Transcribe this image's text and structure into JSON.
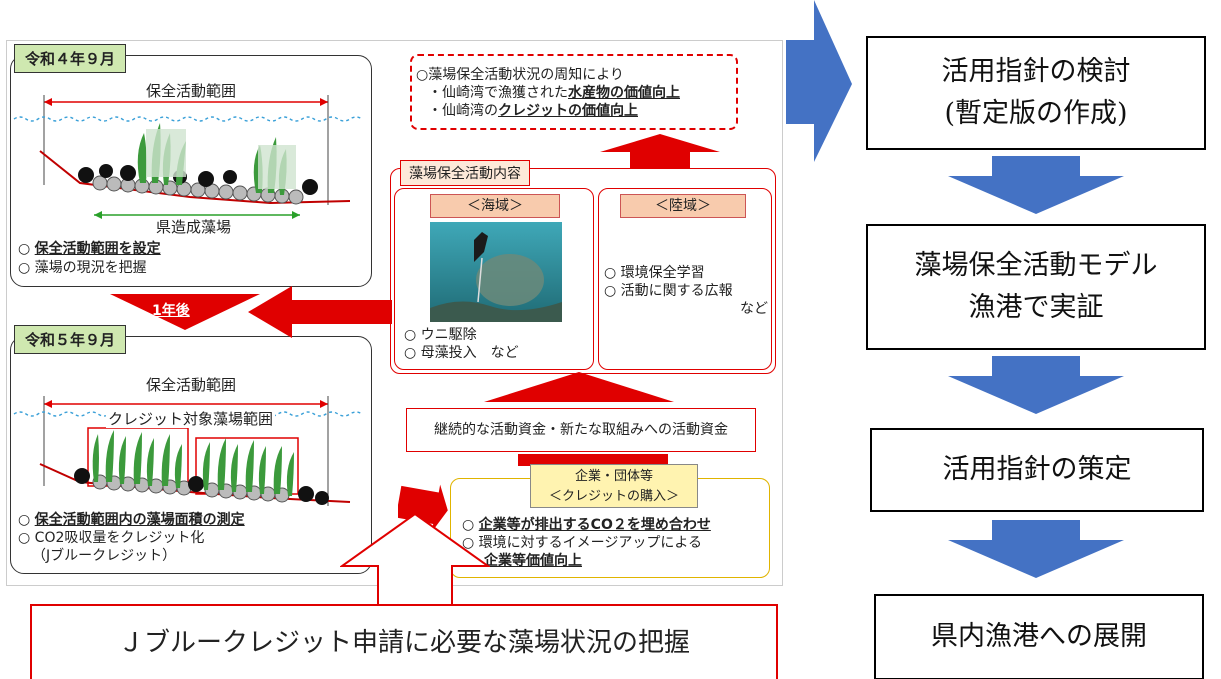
{
  "left_top": {
    "tag": "令和４年９月",
    "range_label": "保全活動範囲",
    "seaweed_bed_label": "県造成藻場",
    "notes": [
      "保全活動範囲を設定",
      "藻場の現況を把握"
    ]
  },
  "after_label": "1年後",
  "left_bottom": {
    "tag": "令和５年９月",
    "range_label": "保全活動範囲",
    "credit_label": "クレジット対象藻場範囲",
    "notes": [
      "保全活動範囲内の藻場面積の測定",
      "CO2吸収量をクレジット化",
      "（Jブルークレジット）"
    ]
  },
  "effects": {
    "intro": "○藻場保全活動状況の周知により",
    "line1_prefix": "・仙崎湾で漁獲された",
    "line1_emph": "水産物の価値向上",
    "line2_prefix": "・仙崎湾の",
    "line2_emph": "クレジットの価値向上"
  },
  "activities": {
    "title": "藻場保全活動内容",
    "sea_header": "＜海域＞",
    "land_header": "＜陸域＞",
    "sea_items": [
      "ウニ駆除",
      "母藻投入　など"
    ],
    "land_items": [
      "環境保全学習",
      "活動に関する広報"
    ],
    "land_suffix": "など"
  },
  "funding": "継続的な活動資金・新たな取組みへの活動資金",
  "company": {
    "title": "企業・団体等",
    "subtitle": "＜クレジットの購入＞",
    "item1": "企業等が排出するCO２を埋め合わせ",
    "item2": "環境に対するイメージアップによる",
    "item2_emph": "企業等価値向上"
  },
  "bottom_box": "Ｊブルークレジット申請に必要な藻場状況の把握",
  "flow": {
    "step1_line1": "活用指針の検討",
    "step1_line2": "(暫定版の作成)",
    "step2_line1": "藻場保全活動モデル",
    "step2_line2": "漁港で実証",
    "step3": "活用指針の策定",
    "step4": "県内漁港への展開"
  },
  "colors": {
    "arrow_blue": "#4472c4",
    "red": "#e00000",
    "tag_green": "#cfe8b0",
    "company_yellow": "#fff3b0"
  }
}
